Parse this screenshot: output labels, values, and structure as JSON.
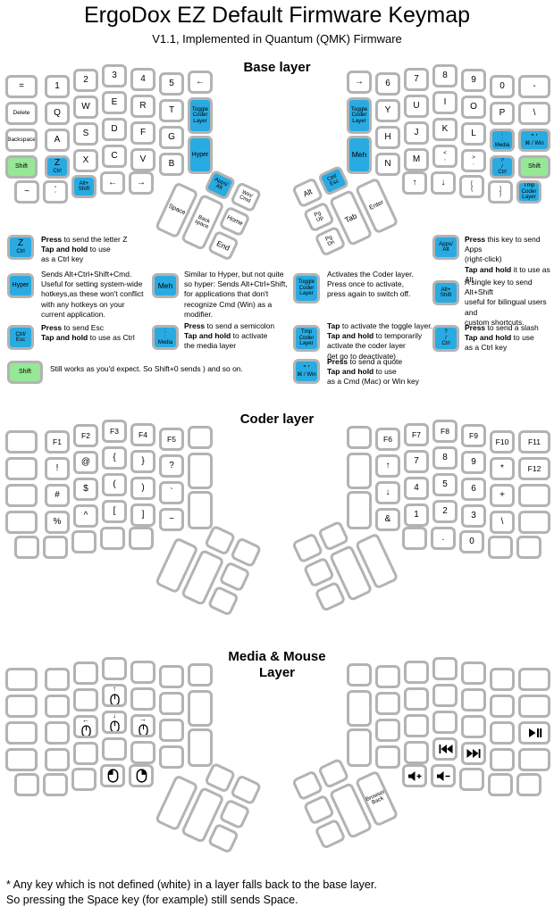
{
  "header": {
    "title": "ErgoDox EZ Default Firmware Keymap",
    "subtitle": "V1.1, Implemented in Quantum (QMK) Firmware"
  },
  "colors": {
    "blue": "#29ABE2",
    "green": "#96E896",
    "key_border": "#b3b3b3"
  },
  "layers": [
    {
      "title": "Base layer",
      "left": [
        "=",
        "1",
        "2",
        "3",
        "4",
        "5",
        "←",
        "Delete",
        "Q",
        "W",
        "E",
        "R",
        "T",
        {
          "l": [
            "Toggle",
            "Coder",
            "Layer"
          ],
          "c": "blue"
        },
        "Backspace",
        "A",
        "S",
        "D",
        "F",
        "G",
        {
          "l": [
            "Shift"
          ],
          "c": "green"
        },
        {
          "l": [
            "Z"
          ],
          "s": "Ctrl",
          "c": "blue"
        },
        "X",
        "C",
        "V",
        "B",
        {
          "l": [
            "Hyper"
          ],
          "c": "blue"
        },
        "~",
        {
          "l": [
            "\"",
            "'"
          ]
        },
        {
          "l": [
            "Alt+",
            "Shift"
          ],
          "c": "blue"
        },
        "←",
        "→",
        {
          "l": [
            "Apps/",
            "Alt"
          ],
          "c": "blue"
        },
        {
          "l": [
            "Win/",
            "Cmd"
          ]
        },
        "Space",
        {
          "l": [
            "Back",
            "space"
          ]
        },
        "Home",
        "End"
      ],
      "right": [
        "→",
        "6",
        "7",
        "8",
        "9",
        "0",
        "-",
        {
          "l": [
            "Toggle",
            "Coder",
            "Layer"
          ],
          "c": "blue"
        },
        "Y",
        "U",
        "I",
        "O",
        "P",
        "\\",
        "H",
        "J",
        "K",
        "L",
        {
          "l": [
            ";",
            ":"
          ],
          "s": "Media",
          "c": "blue"
        },
        {
          "l": [
            "\" '"
          ],
          "s": "⌘ / Win",
          "c": "blue"
        },
        {
          "l": [
            "Meh"
          ],
          "c": "blue"
        },
        "N",
        "M",
        {
          "l": [
            "<",
            ","
          ]
        },
        {
          "l": [
            ">",
            "."
          ]
        },
        {
          "l": [
            "?",
            "/"
          ],
          "s": "Ctrl",
          "c": "blue"
        },
        {
          "l": [
            "Shift"
          ],
          "c": "green"
        },
        "↑",
        "↓",
        {
          "l": [
            "[",
            "{"
          ]
        },
        {
          "l": [
            "]",
            "}"
          ]
        },
        {
          "l": [
            "Tmp",
            "Coder",
            "Layer"
          ],
          "c": "blue"
        },
        "Alt",
        {
          "l": [
            "Ctrl/",
            "Esc"
          ],
          "c": "blue"
        },
        {
          "l": [
            "Pg",
            "Up"
          ]
        },
        {
          "l": [
            "Pg",
            "Dn"
          ]
        },
        "Tab",
        "Enter"
      ]
    },
    {
      "title": "Coder layer",
      "left": [
        "",
        "F1",
        "F2",
        "F3",
        "F4",
        "F5",
        "",
        "",
        "!",
        "@",
        "{",
        "}",
        "?",
        "",
        "",
        "#",
        "$",
        "(",
        ")",
        "`",
        "",
        "%",
        "^",
        "[",
        "]",
        "~",
        "",
        "",
        "",
        "",
        "",
        "",
        "",
        "",
        "",
        "",
        "",
        ""
      ],
      "right": [
        "",
        "F6",
        "F7",
        "F8",
        "F9",
        "F10",
        "F11",
        "",
        "↑",
        "7",
        "8",
        "9",
        "*",
        "F12",
        "↓",
        "4",
        "5",
        "6",
        "+",
        "",
        "",
        "&",
        "1",
        "2",
        "3",
        "\\",
        "",
        "",
        ".",
        "0",
        "",
        "",
        "",
        "",
        "",
        "",
        "",
        ""
      ]
    },
    {
      "title": "Media & Mouse\nLayer",
      "left": [
        "",
        "",
        "",
        "",
        "",
        "",
        "",
        "",
        "",
        "",
        {
          "i": "mouse-up-icon"
        },
        "",
        "",
        "",
        "",
        "",
        {
          "i": "mouse-left-icon"
        },
        {
          "i": "mouse-down-icon"
        },
        {
          "i": "mouse-right-icon"
        },
        "",
        "",
        "",
        "",
        "",
        "",
        "",
        "",
        "",
        "",
        "",
        {
          "i": "mouse-left-click-icon"
        },
        {
          "i": "mouse-right-click-icon"
        },
        "",
        "",
        "",
        "",
        "",
        ""
      ],
      "right": [
        "",
        "",
        "",
        "",
        "",
        "",
        "",
        "",
        "",
        "",
        "",
        "",
        "",
        "",
        "",
        "",
        "",
        "",
        "",
        {
          "i": "play-pause-icon"
        },
        "",
        "",
        "",
        {
          "i": "prev-track-icon"
        },
        {
          "i": "next-track-icon"
        },
        "",
        "",
        {
          "i": "volume-up-icon"
        },
        {
          "i": "volume-down-icon"
        },
        "",
        "",
        "",
        "",
        "",
        "",
        "",
        "",
        {
          "l": [
            "Browser",
            "Back"
          ]
        }
      ]
    }
  ],
  "legend": [
    {
      "key": {
        "l": [
          "Z"
        ],
        "s": "Ctrl",
        "c": "blue"
      },
      "text": "**Press** to send the letter Z\n**Tap and hold** to use\nas a Ctrl key"
    },
    {
      "key": {
        "l": [
          "Hyper"
        ],
        "c": "blue"
      },
      "text": "Sends Alt+Ctrl+Shift+Cmd.\nUseful for setting system-wide\nhotkeys,as these won't conflict\nwith any hotkeys on your\ncurrent application."
    },
    {
      "key": {
        "l": [
          "Ctrl/",
          "Esc"
        ],
        "c": "blue"
      },
      "text": "**Press** to send Esc\n**Tap and hold** to use as Ctrl"
    },
    {
      "key": {
        "l": [
          "Shift"
        ],
        "c": "green"
      },
      "text": "Still works as you'd expect. So Shift+0 sends ) and so on."
    },
    {
      "key": {
        "l": [
          "Meh"
        ],
        "c": "blue"
      },
      "text": "Similar to Hyper, but not quite\nso hyper: Sends Alt+Ctrl+Shift,\nfor applications that don't\nrecognize Cmd (Win) as a\nmodifier."
    },
    {
      "key": {
        "l": [
          ";",
          ":"
        ],
        "s": "Media",
        "c": "blue"
      },
      "text": "**Press** to send a semicolon\n**Tap and hold** to activate\nthe media layer"
    },
    {
      "key": {
        "l": [
          "Toggle",
          "Coder",
          "Layer"
        ],
        "c": "blue"
      },
      "text": "Activates the Coder layer.\nPress once to activate,\npress again to switch off."
    },
    {
      "key": {
        "l": [
          "Tmp",
          "Coder",
          "Layer"
        ],
        "c": "blue"
      },
      "text": "**Tap** to activate the toggle layer.\n**Tap and hold** to temporarily\nactivate the coder layer\n(let go to deactivate)"
    },
    {
      "key": {
        "l": [
          "\" '"
        ],
        "s": "⌘ / Win",
        "c": "blue"
      },
      "text": "**Press** to send a quote\n**Tap and hold** to use\nas a Cmd (Mac) or Win key"
    },
    {
      "key": {
        "l": [
          "Apps/",
          "Alt"
        ],
        "c": "blue"
      },
      "text": "**Press** this key to send Apps\n(right-click)\n**Tap and hold** it to use as Alt"
    },
    {
      "key": {
        "l": [
          "Alt+",
          "Shift"
        ],
        "c": "blue"
      },
      "text": "A single key to send Alt+Shift\nuseful for bilingual users and\ncustom shortcuts."
    },
    {
      "key": {
        "l": [
          "?",
          "/"
        ],
        "s": "Ctrl",
        "c": "blue"
      },
      "text": "**Press** to send a slash\n**Tap and hold** to use\nas a Ctrl key"
    }
  ],
  "footnote": [
    "* Any key which is not defined (white) in a layer falls back to the base layer.",
    "So pressing the Space key (for example) still sends Space."
  ]
}
